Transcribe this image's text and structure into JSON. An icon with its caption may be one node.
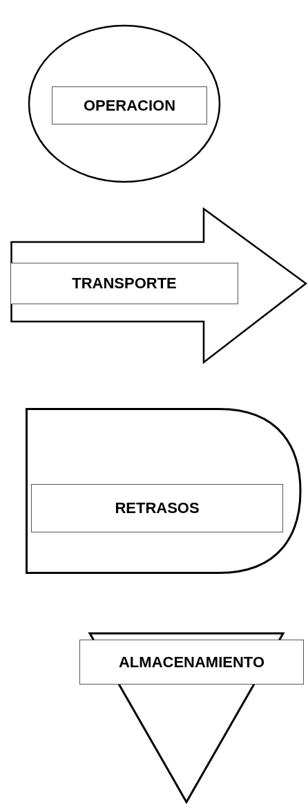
{
  "diagram": {
    "nodes": [
      {
        "text": [],
        "shape": "ellipse"
      },
      {
        "text": [
          "OPERACION"
        ],
        "in": 0
      },
      {
        "text": [],
        "shape": "arrow"
      },
      {
        "text": [
          "TRANSPORTE"
        ],
        "in": 2
      },
      {
        "text": [],
        "shape": "delay"
      },
      {
        "text": [
          "RETRASOS"
        ],
        "in": 4
      },
      {
        "text": [],
        "shape": "triangle"
      },
      {
        "text": [
          "ALMACENAMIENTO"
        ]
      }
    ]
  }
}
